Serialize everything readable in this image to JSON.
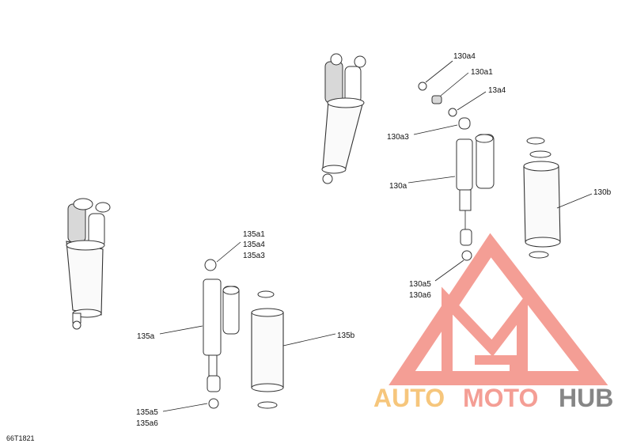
{
  "diagram_code": "66T1821",
  "callouts": {
    "c130a4": "130a4",
    "c130a1": "130a1",
    "c13a4": "13a4",
    "c130a3": "130a3",
    "c130a": "130a",
    "c130b": "130b",
    "c130a5": "130a5",
    "c130a6": "130a6",
    "c135a1": "135a1",
    "c135a4": "135a4",
    "c135a3": "135a3",
    "c135a": "135a",
    "c135b": "135b",
    "c135a5": "135a5",
    "c135a6": "135a6"
  },
  "watermark": {
    "part1": "AUTO",
    "part2": "MOTO",
    "part3": "HUB",
    "colors": {
      "auto": "#f6c06e",
      "moto": "#f3948a",
      "hub": "#7a7a7a",
      "logo": "#f3948a"
    }
  }
}
